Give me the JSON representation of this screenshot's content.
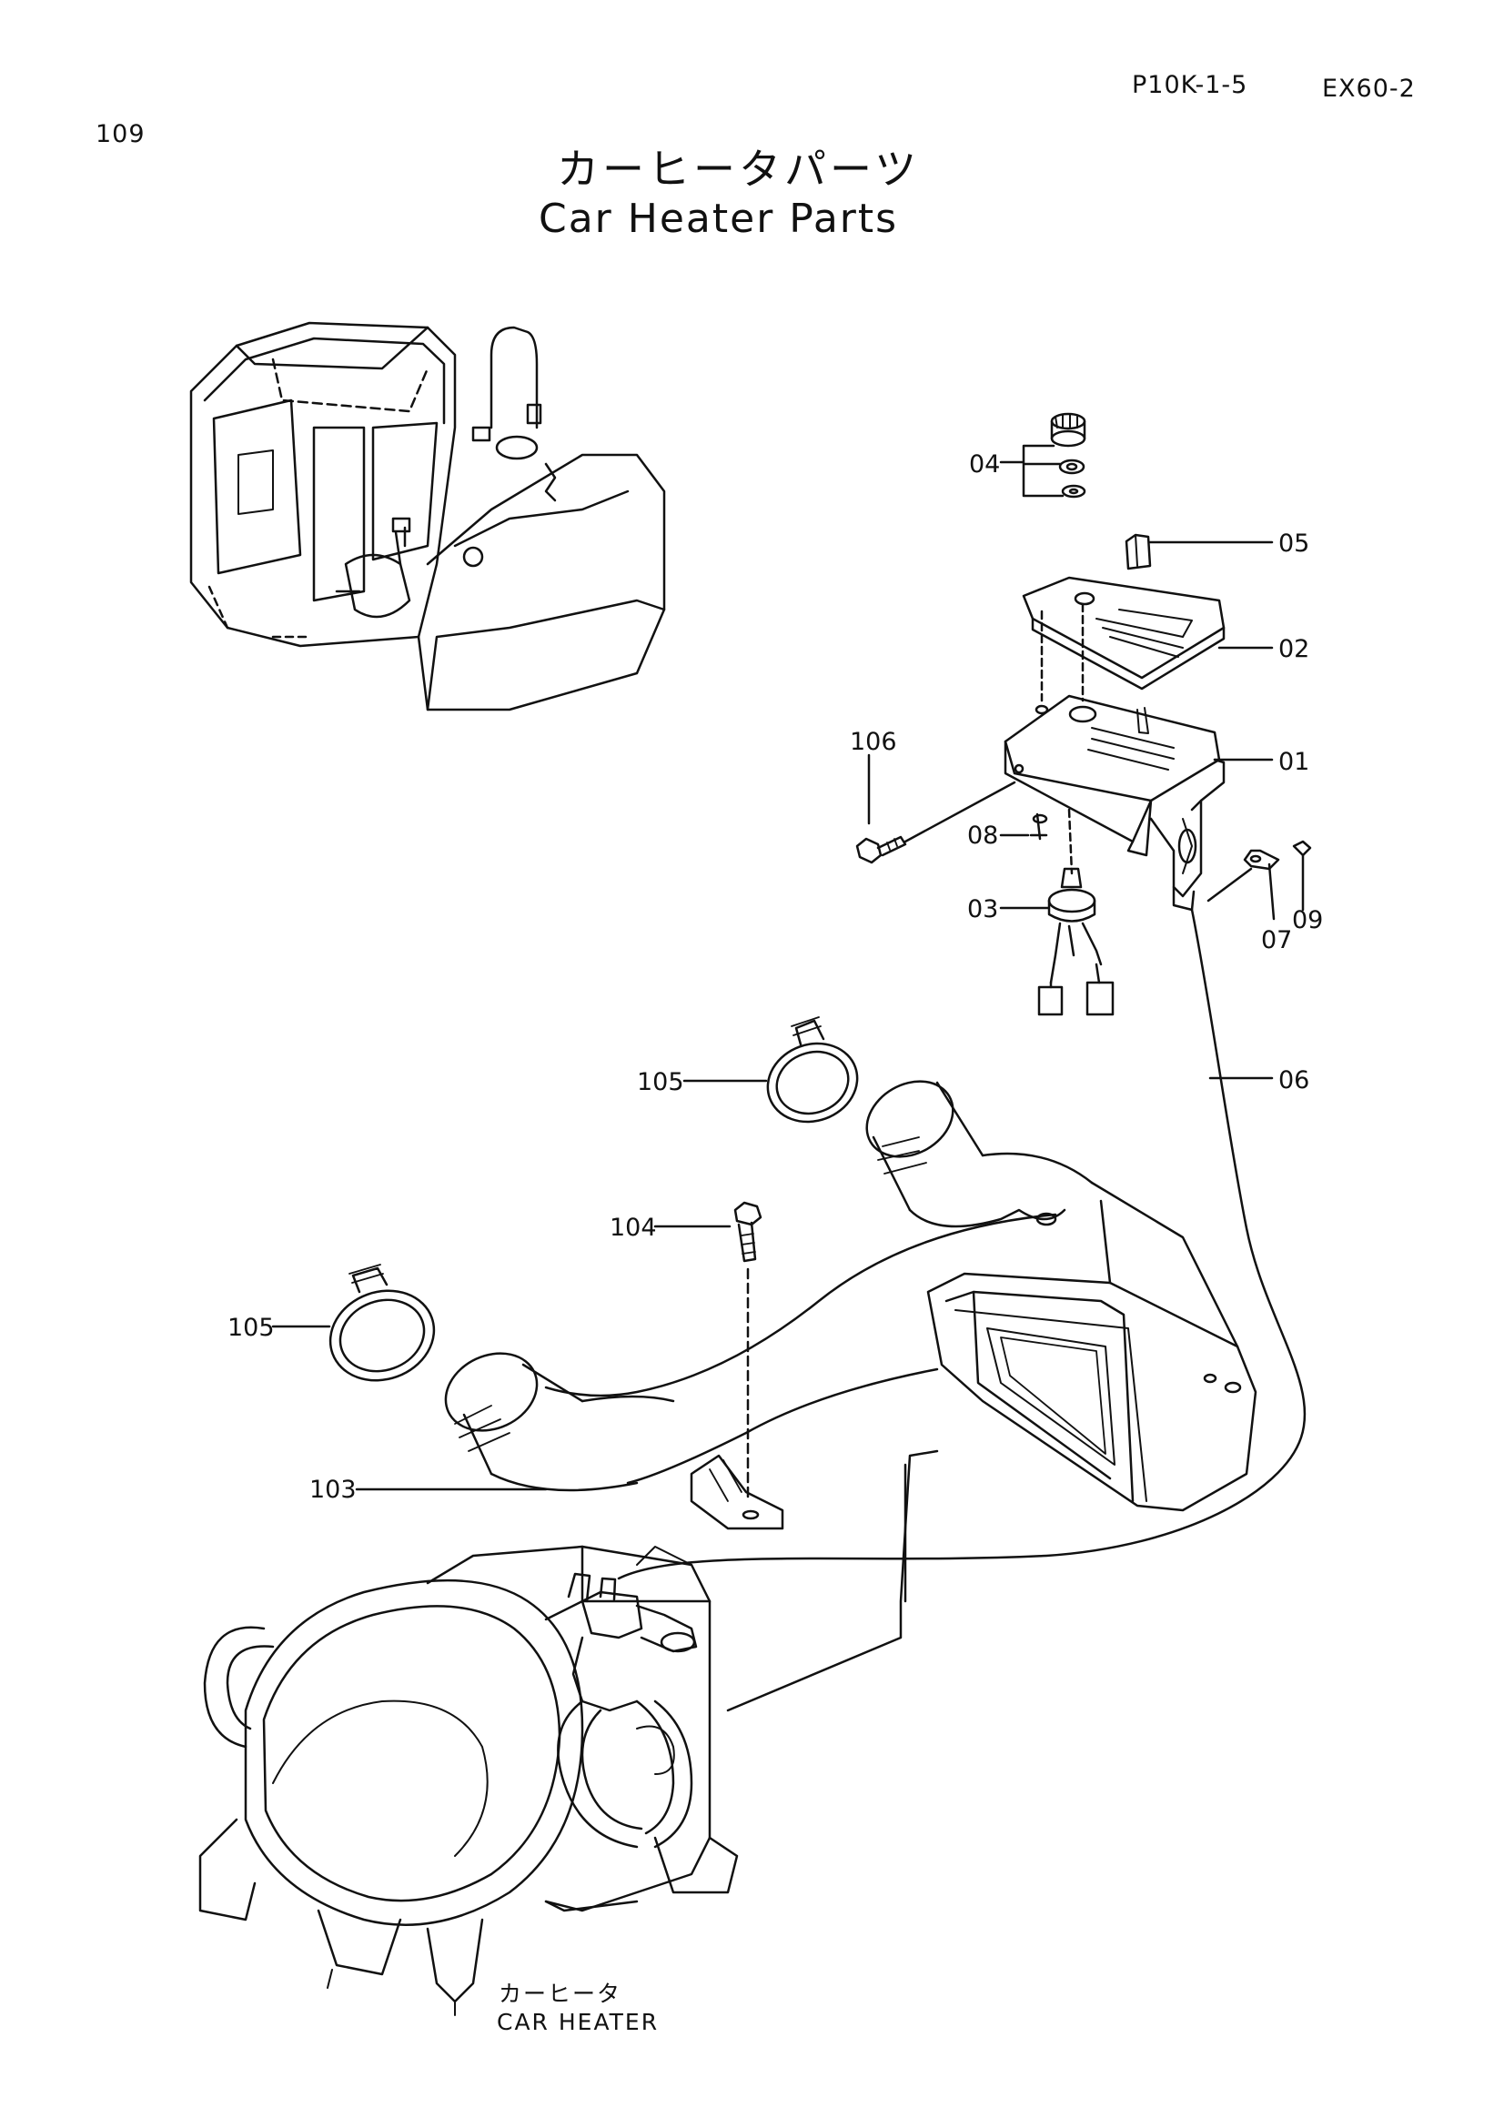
{
  "header": {
    "page_number": "109",
    "code": "P10K-1-5",
    "model": "EX60-2"
  },
  "title": {
    "japanese": "カーヒータパーツ",
    "english": "Car Heater Parts"
  },
  "callouts": [
    {
      "id": "c04",
      "label": "04"
    },
    {
      "id": "c05",
      "label": "05"
    },
    {
      "id": "c02",
      "label": "02"
    },
    {
      "id": "c106",
      "label": "106"
    },
    {
      "id": "c01",
      "label": "01"
    },
    {
      "id": "c08",
      "label": "08"
    },
    {
      "id": "c03",
      "label": "03"
    },
    {
      "id": "c07",
      "label": "07"
    },
    {
      "id": "c09",
      "label": "09"
    },
    {
      "id": "c105a",
      "label": "105"
    },
    {
      "id": "c06",
      "label": "06"
    },
    {
      "id": "c104",
      "label": "104"
    },
    {
      "id": "c105b",
      "label": "105"
    },
    {
      "id": "c103",
      "label": "103"
    }
  ],
  "heater_label": {
    "japanese": "カーヒータ",
    "english": "CAR HEATER"
  }
}
